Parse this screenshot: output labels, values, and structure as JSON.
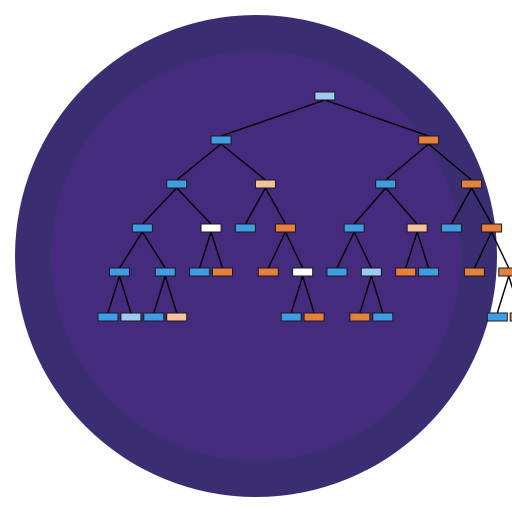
{
  "colors": {
    "background": "#ffffff",
    "outer_ring": "#3b2d72",
    "inner_disc": "#452b7d",
    "edge": "#000000",
    "node_border": "#1a1a1a",
    "node_blue": "#3f9de3",
    "node_light_blue": "#9ccaf0",
    "node_orange": "#e5803f",
    "node_light_orange": "#f2c39e",
    "node_white": "#ffffff"
  },
  "tree": {
    "fill": "light_blue",
    "children": [
      {
        "fill": "blue",
        "children": [
          {
            "fill": "blue",
            "children": [
              {
                "fill": "blue",
                "children": [
                  {
                    "fill": "blue",
                    "children": [
                      {
                        "fill": "blue"
                      },
                      {
                        "fill": "light_blue"
                      }
                    ]
                  },
                  {
                    "fill": "blue",
                    "children": [
                      {
                        "fill": "blue"
                      },
                      {
                        "fill": "light_orange"
                      }
                    ]
                  }
                ]
              },
              {
                "fill": "white",
                "children": [
                  {
                    "fill": "blue"
                  },
                  {
                    "fill": "orange"
                  }
                ]
              }
            ]
          },
          {
            "fill": "light_orange",
            "children": [
              {
                "fill": "blue"
              },
              {
                "fill": "orange",
                "children": [
                  {
                    "fill": "orange"
                  },
                  {
                    "fill": "white",
                    "children": [
                      {
                        "fill": "blue"
                      },
                      {
                        "fill": "orange"
                      }
                    ]
                  }
                ]
              }
            ]
          }
        ]
      },
      {
        "fill": "orange",
        "children": [
          {
            "fill": "blue",
            "children": [
              {
                "fill": "blue",
                "children": [
                  {
                    "fill": "blue"
                  },
                  {
                    "fill": "light_blue",
                    "children": [
                      {
                        "fill": "orange"
                      },
                      {
                        "fill": "blue"
                      }
                    ]
                  }
                ]
              },
              {
                "fill": "light_orange",
                "children": [
                  {
                    "fill": "orange"
                  },
                  {
                    "fill": "blue"
                  }
                ]
              }
            ]
          },
          {
            "fill": "orange",
            "children": [
              {
                "fill": "blue"
              },
              {
                "fill": "orange",
                "children": [
                  {
                    "fill": "orange"
                  },
                  {
                    "fill": "orange",
                    "children": [
                      {
                        "fill": "blue"
                      },
                      {
                        "fill": "orange"
                      }
                    ]
                  }
                ]
              }
            ]
          }
        ]
      }
    ]
  }
}
